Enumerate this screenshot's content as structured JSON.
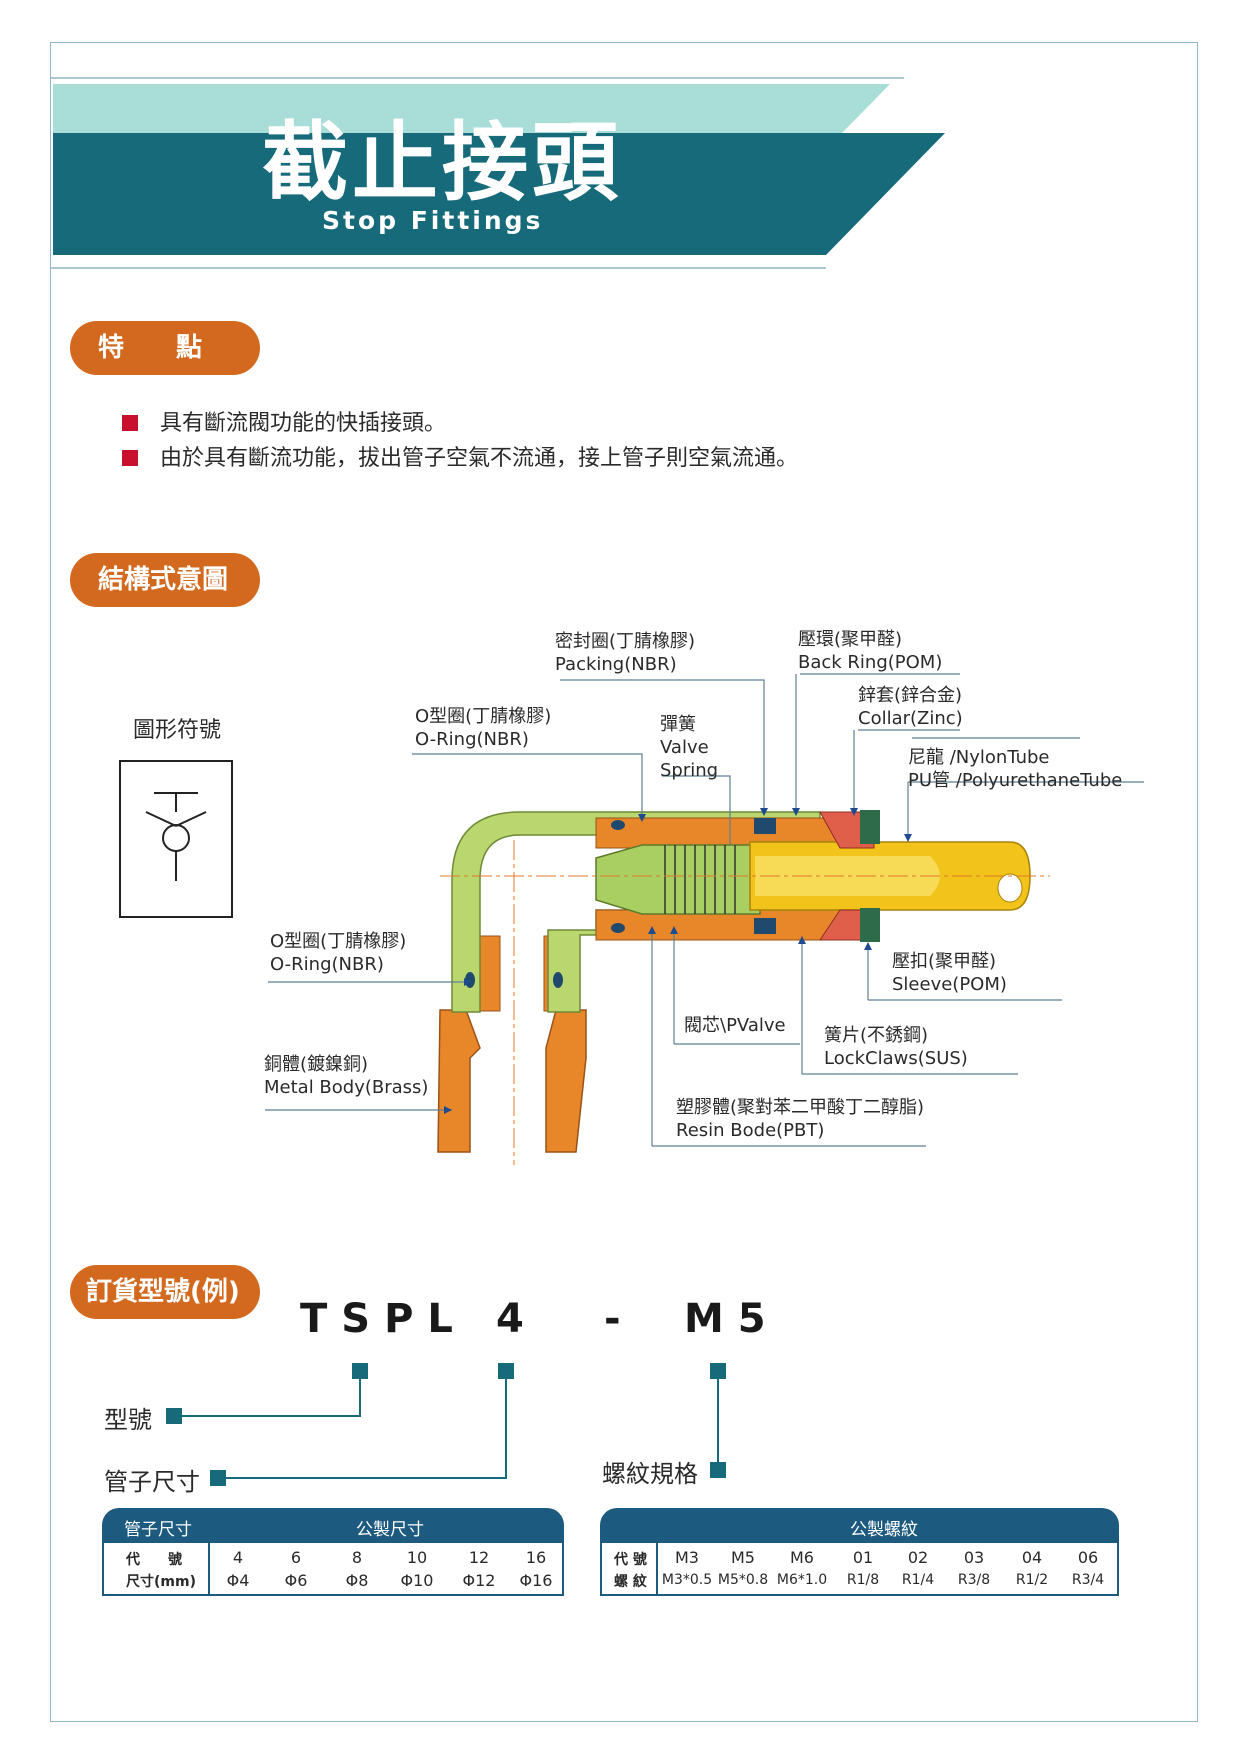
{
  "header": {
    "title_cn": "截止接頭",
    "title_en": "Stop Fittings",
    "colors": {
      "teal_dark": "#166a7a",
      "teal_light": "#a8ddd8",
      "accent_orange": "#d2691e",
      "bullet_red": "#c8102e",
      "table_blue": "#1d5a80"
    }
  },
  "features": {
    "heading": "特　　點",
    "items": [
      "具有斷流閥功能的快插接頭。",
      "由於具有斷流功能，拔出管子空氣不流通，接上管子則空氣流通。"
    ]
  },
  "structure": {
    "heading": "結構式意圖",
    "symbol_label": "圖形符號",
    "labels": {
      "packing_cn": "密封圈(丁腈橡膠)",
      "packing_en": "Packing(NBR)",
      "back_ring_cn": "壓環(聚甲醛)",
      "back_ring_en": "Back Ring(POM)",
      "collar_cn": "鋅套(鋅合金)",
      "collar_en": "Collar(Zinc)",
      "oring1_cn": "O型圈(丁腈橡膠)",
      "oring1_en": "O-Ring(NBR)",
      "spring_cn": "彈簧",
      "spring_en1": "Valve",
      "spring_en2": "Spring",
      "nylon": "尼龍 /NylonTube",
      "pu": "PU管 /PolyurethaneTube",
      "oring2_cn": "O型圈(丁腈橡膠)",
      "oring2_en": "O-Ring(NBR)",
      "sleeve_cn": "壓扣(聚甲醛)",
      "sleeve_en": "Sleeve(POM)",
      "valve": "閥芯\\PValve",
      "lockclaws_cn": "簧片(不銹鋼)",
      "lockclaws_en": "LockClaws(SUS)",
      "metal_cn": "銅體(鍍鎳銅)",
      "metal_en": "Metal Body(Brass)",
      "resin_cn": "塑膠體(聚對苯二甲酸丁二醇脂)",
      "resin_en": "Resin Bode(PBT)"
    }
  },
  "order": {
    "heading": "訂貨型號(例)",
    "code_model": "TSPL",
    "code_size": "4",
    "code_dash": "-",
    "code_thread": "M5",
    "label_model": "型號",
    "label_size": "管子尺寸",
    "label_thread": "螺紋規格"
  },
  "tube_table": {
    "head_left": "管子尺寸",
    "head_right": "公製尺寸",
    "row1_label": "代　　號",
    "row2_label": "尺寸(mm)",
    "codes": [
      "4",
      "6",
      "8",
      "10",
      "12",
      "16"
    ],
    "sizes": [
      "Φ4",
      "Φ6",
      "Φ8",
      "Φ10",
      "Φ12",
      "Φ16"
    ]
  },
  "thread_table": {
    "head": "公製螺紋",
    "row1_label": "代 號",
    "row2_label": "螺 紋",
    "codes": [
      "M3",
      "M5",
      "M6",
      "01",
      "02",
      "03",
      "04",
      "06"
    ],
    "threads": [
      "M3*0.5",
      "M5*0.8",
      "M6*1.0",
      "R1/8",
      "R1/4",
      "R3/8",
      "R1/2",
      "R3/4"
    ]
  }
}
